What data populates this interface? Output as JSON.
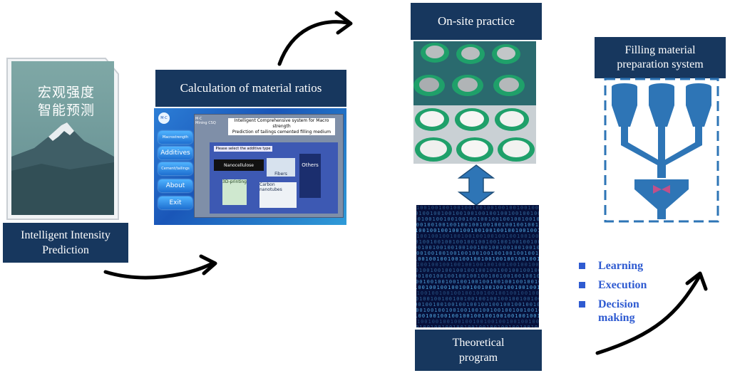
{
  "phone": {
    "title_line1": "宏观强度",
    "title_line2": "智能预测"
  },
  "labels": {
    "intensity_line1": "Intelligent Intensity",
    "intensity_line2": "Prediction",
    "ratios": "Calculation of material ratios",
    "onsite": "On-site practice",
    "theory_line1": "Theoretical",
    "theory_line2": "program",
    "filling_line1": "Filling material",
    "filling_line2": "preparation system"
  },
  "software": {
    "logo": "M·C",
    "logo_text_line1": "M·C",
    "logo_text_line2": "Mining CSQ",
    "header_line1": "Intelligent Comprehensive system for Macro strength",
    "header_line2": "Prediction of tailings cemented filling medium",
    "prompt": "Please select the additive type",
    "side_buttons": [
      "Macrostrength",
      "Additives",
      "Cement/tailings",
      "About",
      "Exit"
    ],
    "items": {
      "nanocellulose": "Nanocellulose",
      "fibers": "Fibers",
      "others": "Others",
      "printing": "3D-printing",
      "carbon": "Carbon nanotubes"
    }
  },
  "bullets": [
    "Learning",
    "Execution",
    "Decision making"
  ],
  "colors": {
    "label_bg": "#17375e",
    "bullet_blue": "#2f5bd1",
    "system_blue": "#2e75b6",
    "arrow": "#000000"
  }
}
